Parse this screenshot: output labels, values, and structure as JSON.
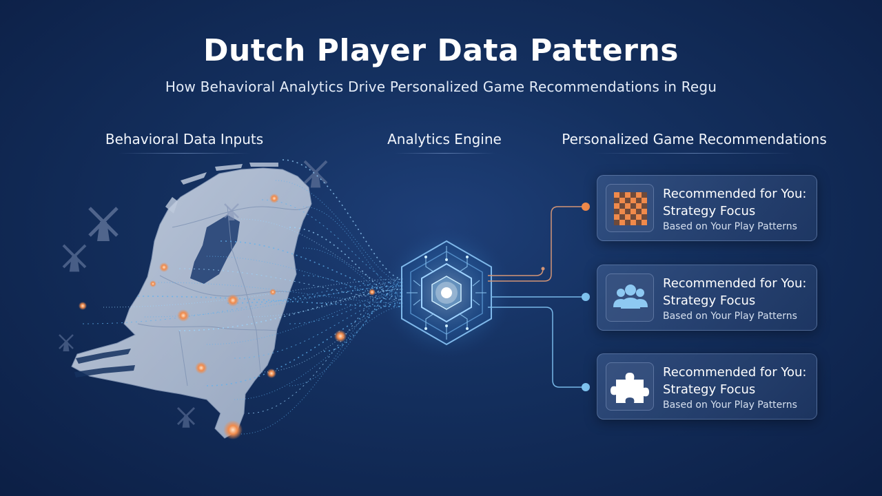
{
  "header": {
    "title": "Dutch Player Data Patterns",
    "subtitle": "How Behavioral Analytics Drive Personalized Game Recommendations in Regu"
  },
  "columns": {
    "inputs": "Behavioral Data Inputs",
    "engine": "Analytics Engine",
    "outputs": "Personalized Game Recommendations"
  },
  "cards": [
    {
      "title_line1": "Recommended for You:",
      "title_line2": "Strategy Focus",
      "subtitle": "Based on Your Play Patterns",
      "icon": "checkerboard-icon"
    },
    {
      "title_line1": "Recommended for You:",
      "title_line2": "Strategy Focus",
      "subtitle": "Based on Your Play Patterns",
      "icon": "users-group-icon"
    },
    {
      "title_line1": "Recommended for You:",
      "title_line2": "Strategy Focus",
      "subtitle": "Based on Your Play Patterns",
      "icon": "puzzle-piece-icon"
    }
  ],
  "colors": {
    "background": "#14305f",
    "accent_orange": "#f08a4b",
    "accent_blue": "#7fc4f0",
    "map_fill": "#c3cfe0",
    "card_icon_blue": "#8ec9f2"
  }
}
